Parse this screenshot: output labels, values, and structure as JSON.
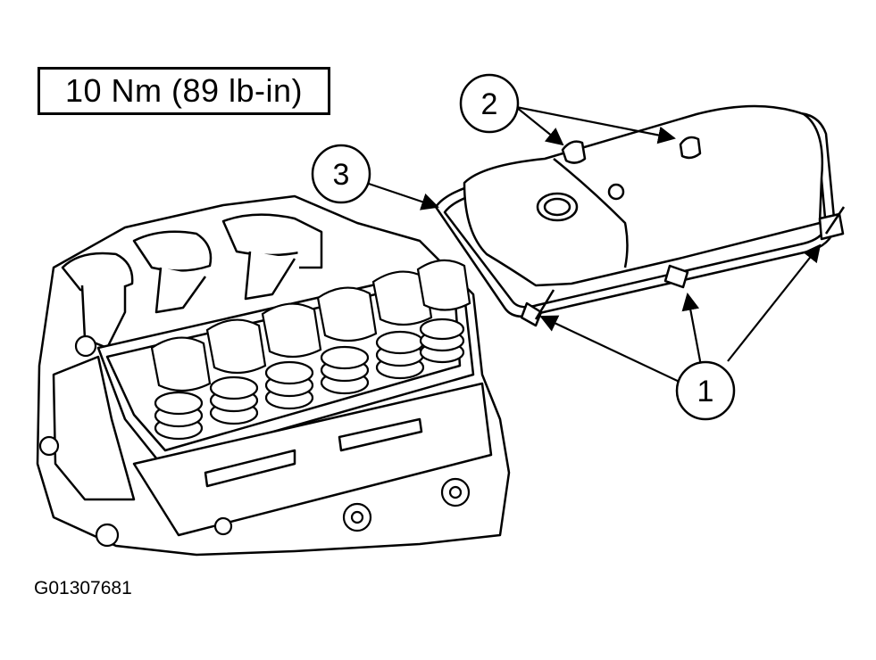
{
  "torque_spec": "10 Nm (89 lb-in)",
  "figure_id": "G01307681",
  "callouts": [
    {
      "id": "callout-1",
      "label": "1"
    },
    {
      "id": "callout-2",
      "label": "2"
    },
    {
      "id": "callout-3",
      "label": "3"
    }
  ],
  "colors": {
    "line": "#000000",
    "background": "#ffffff"
  }
}
